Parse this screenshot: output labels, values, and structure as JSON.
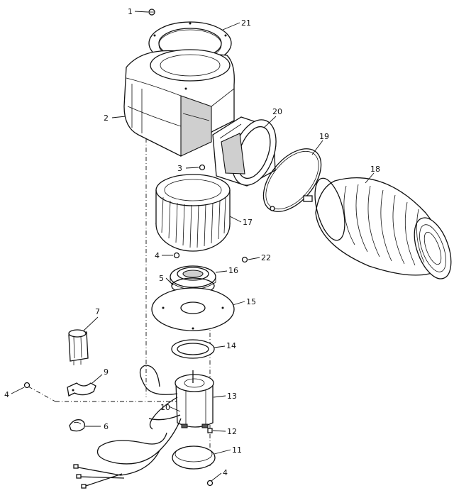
{
  "labels": {
    "p1": "1",
    "p2": "2",
    "p3": "3",
    "p4a": "4",
    "p4b": "4",
    "p4c": "4",
    "p5": "5",
    "p6": "6",
    "p7": "7",
    "p9": "9",
    "p10": "10",
    "p11": "11",
    "p12": "12",
    "p13": "13",
    "p14": "14",
    "p15": "15",
    "p16": "16",
    "p17": "17",
    "p18": "18",
    "p19": "19",
    "p20": "20",
    "p21": "21",
    "p22": "22"
  }
}
